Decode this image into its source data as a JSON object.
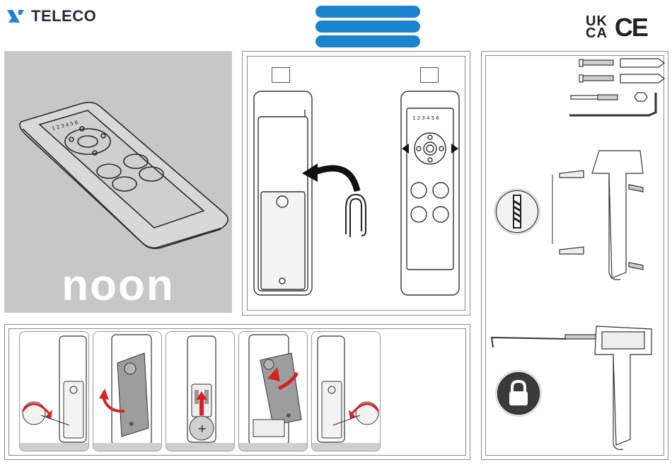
{
  "brand": {
    "name": "TELECO",
    "logo_icon": "teleco-x-logo"
  },
  "header": {
    "pills": [
      "",
      "",
      ""
    ],
    "pill_color": "#1b84cf"
  },
  "certifications": {
    "ukca_top": "UK",
    "ukca_bottom": "CA",
    "ce": "CE"
  },
  "product": {
    "name": "noon"
  },
  "remote_buttons": {
    "channels": "1 2 3 4 5 6"
  },
  "battery": {
    "polarity": "+"
  },
  "colors": {
    "accent_red": "#d62222",
    "panel_grey": "#c7c7c7",
    "line_grey": "#8c8c8c"
  },
  "icons": {
    "drill": "drill-bit-icon",
    "lock": "lock-icon",
    "paperclip": "paperclip-icon"
  }
}
